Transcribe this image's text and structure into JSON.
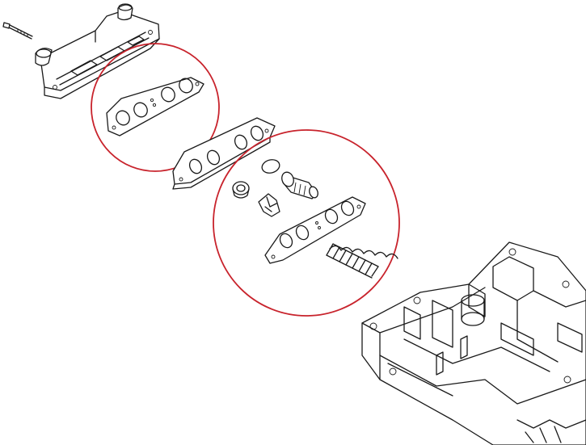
{
  "diagram": {
    "style": "exploded-view line drawing",
    "colors": {
      "line": "#1a1a1a",
      "highlight_circle": "#c8232c",
      "background": "#ffffff"
    },
    "parts": [
      {
        "name": "bolt"
      },
      {
        "name": "cover-with-hose-fittings"
      },
      {
        "name": "gasket-upper"
      },
      {
        "name": "valve-plate"
      },
      {
        "name": "o-ring"
      },
      {
        "name": "seal-ring"
      },
      {
        "name": "check-valve-cartridge"
      },
      {
        "name": "valve-clip"
      },
      {
        "name": "gasket-lower"
      },
      {
        "name": "spring"
      },
      {
        "name": "cylinder-block"
      }
    ],
    "highlight_circles": 2
  }
}
